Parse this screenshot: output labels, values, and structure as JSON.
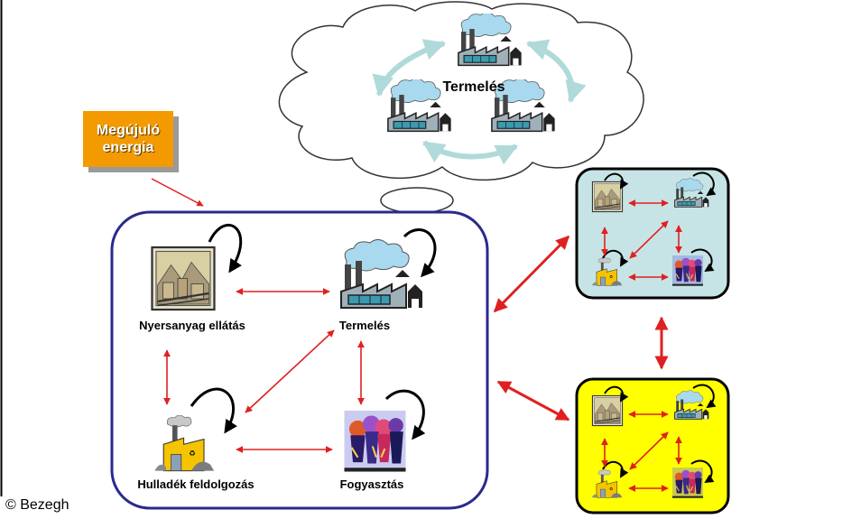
{
  "cloud": {
    "title": "Termelés"
  },
  "energy": {
    "label": "Megújuló\nenergia"
  },
  "main": {
    "raw_material": "Nyersanyag ellátás",
    "production": "Termelés",
    "waste": "Hulladék feldolgozás",
    "consumption": "Fogyasztás"
  },
  "colors": {
    "main_border": "#2a2a8c",
    "teal_fill": "#c6e4e6",
    "yellow_fill": "#ffff00",
    "arrow": "#e02020",
    "cloud_arrow": "#b0dada",
    "energy_fill": "#f39a00"
  },
  "footer": {
    "copyright": "© Bezegh"
  }
}
